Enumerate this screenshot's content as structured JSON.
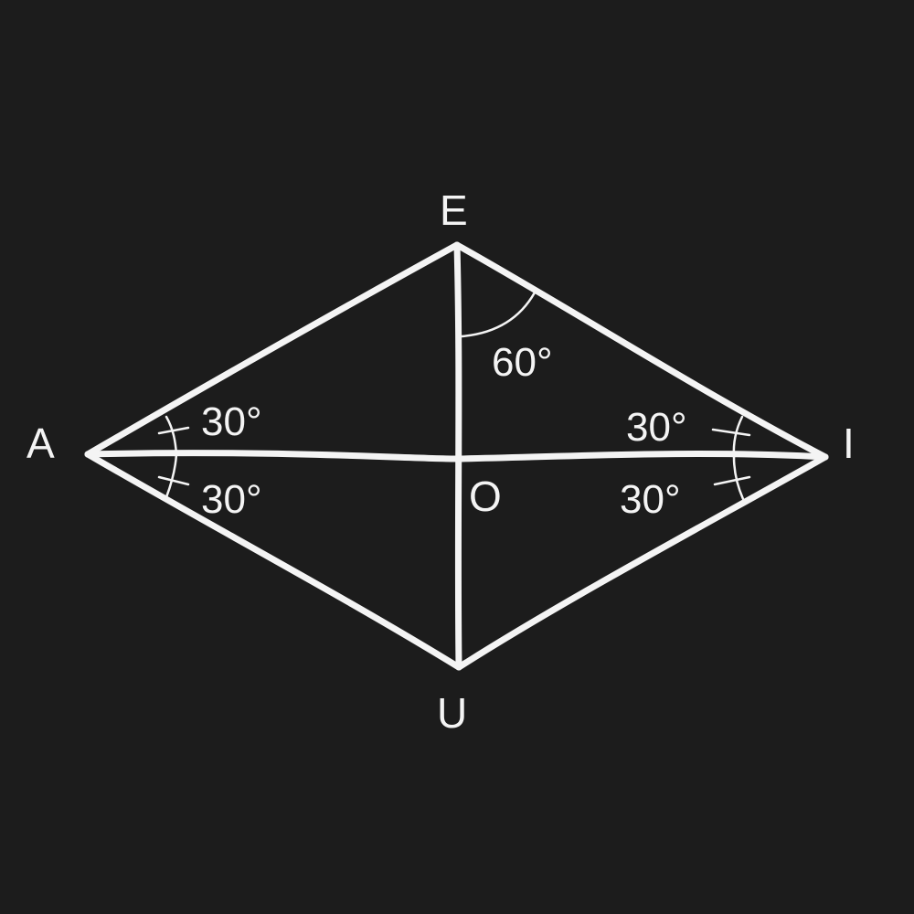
{
  "points": {
    "A": "A",
    "E": "E",
    "I": "I",
    "U": "U",
    "O": "O"
  },
  "angles": {
    "e_angle": "60°",
    "a_top": "30°",
    "a_bottom": "30°",
    "i_top": "30°",
    "i_bottom": "30°"
  }
}
